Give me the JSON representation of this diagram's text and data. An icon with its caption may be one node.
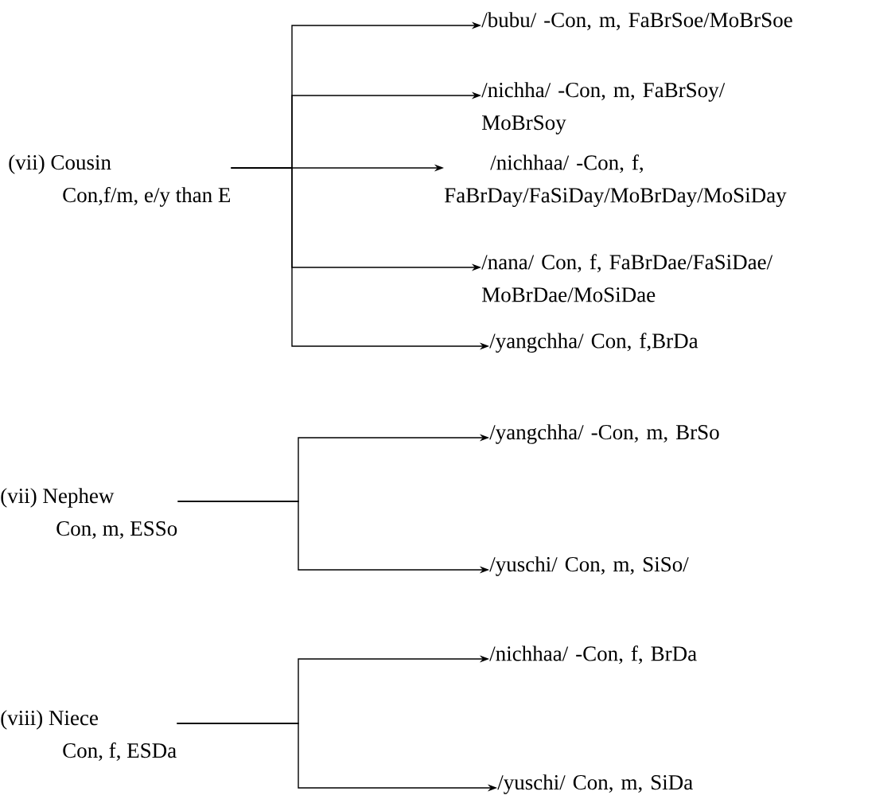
{
  "diagram": {
    "nodes": [
      {
        "text": [
          "(vii) Cousin",
          "Con,f/m, e/y than E"
        ]
      },
      {
        "text": [
          "/bubu/ -Con, m, FaBrSoe/MoBrSoe"
        ]
      },
      {
        "text": [
          "/nichha/ -Con, m, FaBrSoy/ MoBrSoy"
        ]
      },
      {
        "text": [
          "/nichhaa/ -Con, f, FaBrDay/FaSiDay/MoBrDay/MoSiDay"
        ]
      },
      {
        "text": [
          "/nana/ Con, f, FaBrDae/FaSiDae/ MoBrDae/MoSiDae"
        ]
      },
      {
        "text": [
          "/yangchha/ Con, f,BrDa"
        ]
      },
      {
        "text": [
          "(vii) Nephew",
          "Con, m, ESSo"
        ]
      },
      {
        "text": [
          "/yangchha/ -Con, m, BrSo"
        ]
      },
      {
        "text": [
          "/yuschi/ Con, m, SiSo/"
        ]
      },
      {
        "text": [
          "(viii) Niece",
          "Con, f, ESDa"
        ]
      },
      {
        "text": [
          "/nichhaa/ -Con, f, BrDa"
        ]
      },
      {
        "text": [
          "/yuschi/ Con, m, SiDa"
        ]
      }
    ],
    "edges": [
      {
        "from": 0,
        "to": 1,
        "arrow": "to"
      },
      {
        "from": 0,
        "to": 2,
        "arrow": "to"
      },
      {
        "from": 0,
        "to": 3,
        "arrow": "to"
      },
      {
        "from": 0,
        "to": 4,
        "arrow": "to"
      },
      {
        "from": 0,
        "to": 5,
        "arrow": "to"
      },
      {
        "from": 6,
        "to": 7,
        "arrow": "to"
      },
      {
        "from": 6,
        "to": 8,
        "arrow": "to"
      },
      {
        "from": 9,
        "to": 10,
        "arrow": "to"
      },
      {
        "from": 9,
        "to": 11,
        "arrow": "to"
      }
    ]
  }
}
